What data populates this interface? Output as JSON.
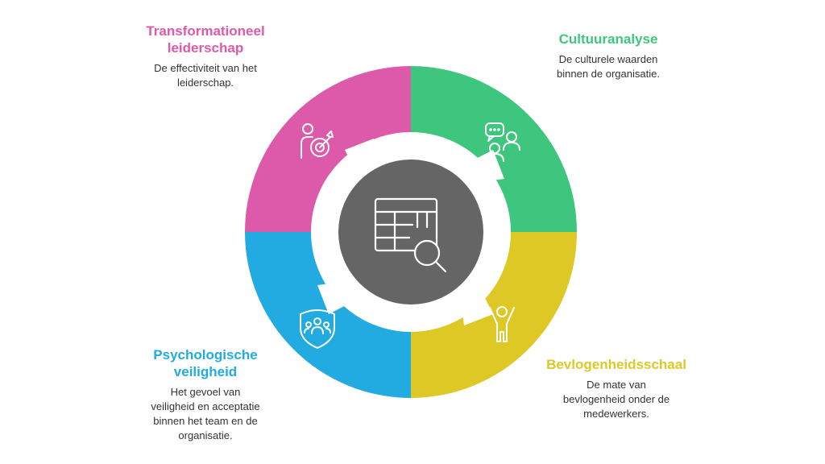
{
  "colors": {
    "pink": "#dd5aaa",
    "green": "#3ec57e",
    "blue": "#21abe0",
    "yellow": "#ddc825",
    "center": "#656565"
  },
  "segments": [
    {
      "id": "pink",
      "title": "Transformationeel leiderschap",
      "title_lines": [
        "Transformationeel",
        "leiderschap"
      ],
      "description_lines": [
        "De effectiviteit van het",
        "leiderschap."
      ],
      "icon": "leadership-target-icon"
    },
    {
      "id": "green",
      "title": "Cultuuranalyse",
      "title_lines": [
        "Cultuuranalyse"
      ],
      "description_lines": [
        "De culturele waarden",
        "binnen de organisatie."
      ],
      "icon": "people-conversation-icon"
    },
    {
      "id": "blue",
      "title": "Psychologische veiligheid",
      "title_lines": [
        "Psychologische",
        "veiligheid"
      ],
      "description_lines": [
        "Het gevoel van",
        "veiligheid en acceptatie",
        "binnen het team en de",
        "organisatie."
      ],
      "icon": "team-shield-icon"
    },
    {
      "id": "yellow",
      "title": "Bevlogenheidsschaal",
      "title_lines": [
        "Bevlogenheidsschaal"
      ],
      "description_lines": [
        "De mate van",
        "bevlogenheid onder de",
        "medewerkers."
      ],
      "icon": "cheering-person-icon"
    }
  ],
  "center_icon": "table-search-icon"
}
